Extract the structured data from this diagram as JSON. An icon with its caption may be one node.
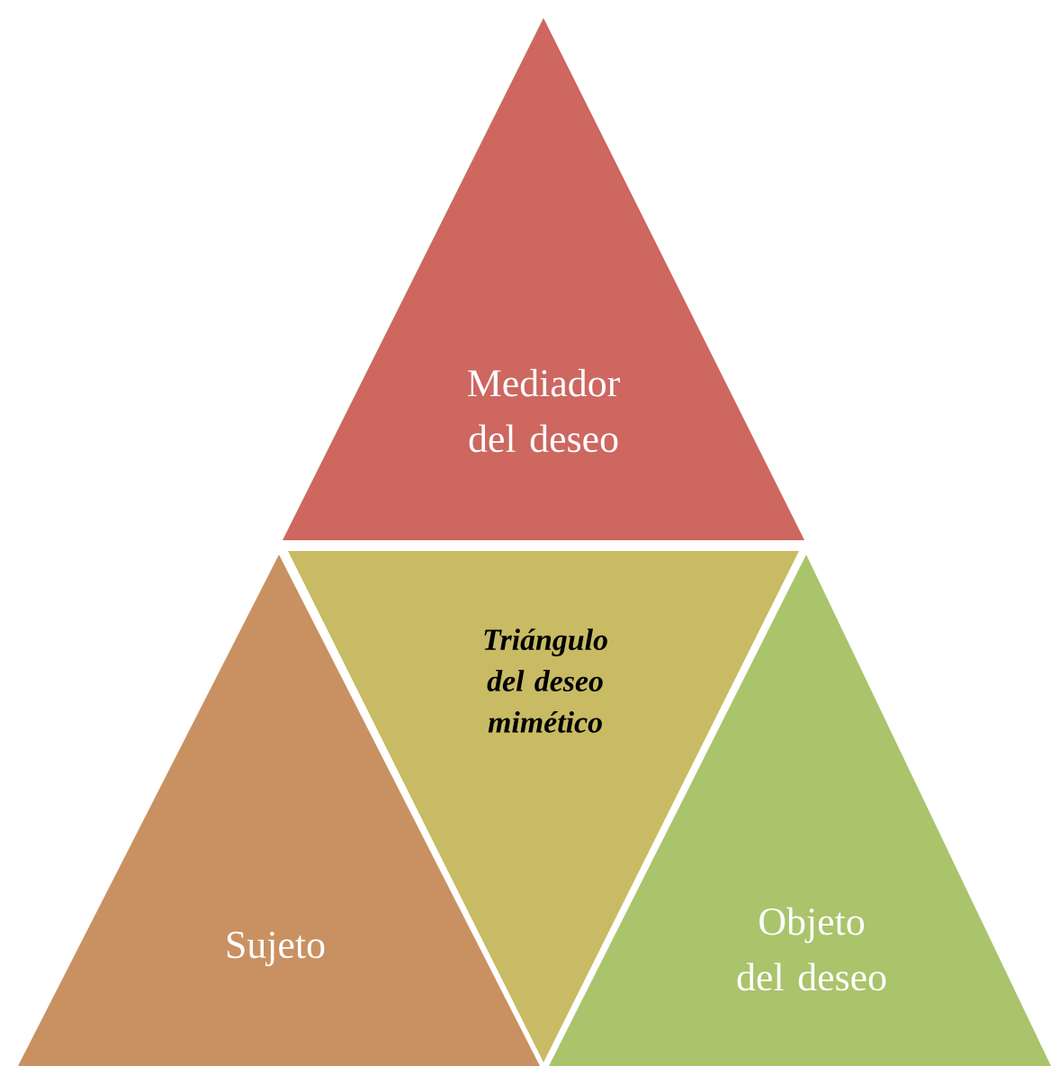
{
  "diagram": {
    "nodes": [
      {
        "text": [
          "Mediador del deseo"
        ]
      },
      {
        "text": [
          "Triángulo del deseo mimético"
        ]
      },
      {
        "text": [
          "Sujeto"
        ]
      },
      {
        "text": [
          "Objeto del deseo"
        ]
      }
    ]
  }
}
